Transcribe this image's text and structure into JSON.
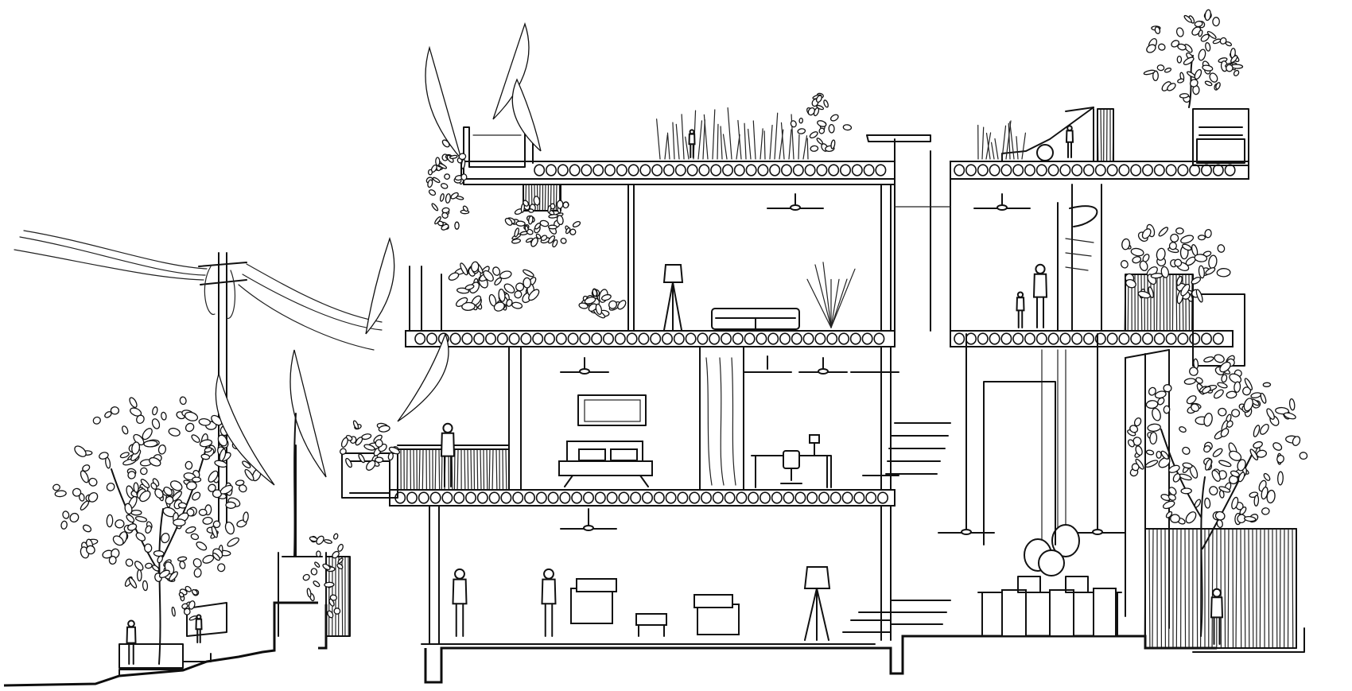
{
  "drawing": {
    "kind": "architectural section sketch",
    "style": "black ink line drawing on white",
    "caption": "Sectional drawing of a multi-storey house with rooftop gardens, planters and street trees",
    "colors": {
      "ink": "#111111",
      "paper": "#ffffff"
    }
  },
  "levels": [
    {
      "name": "roof terrace",
      "contents": [
        "planter boxes",
        "tall grasses",
        "palms",
        "child figure",
        "figure with dog",
        "slide ramp",
        "rooftop tree planter"
      ]
    },
    {
      "name": "second floor",
      "contents": [
        "ceiling fans",
        "floor lamp",
        "sofa",
        "potted plant",
        "adult and child figures",
        "spiral stair",
        "balcony planters"
      ]
    },
    {
      "name": "first floor",
      "contents": [
        "bedroom with bed and framed picture",
        "wooden partition",
        "desk with office chair and lamp",
        "standing woman on balcony",
        "ceiling fans",
        "floating stair"
      ]
    },
    {
      "name": "ground floor",
      "contents": [
        "living room with armchairs and side table",
        "standing man",
        "elderly woman",
        "tripod floor lamp",
        "steps",
        "double-height dining with table and chairs",
        "pendant lamps",
        "garden wall with climbing plants",
        "figure sweeping"
      ]
    }
  ],
  "surroundings": [
    "utility pole with overhead wires",
    "large tree on left",
    "banana plants",
    "seated figure reading on steps",
    "tree on right in courtyard"
  ],
  "slab_pattern": "hollow-core slabs drawn as rows of circles"
}
